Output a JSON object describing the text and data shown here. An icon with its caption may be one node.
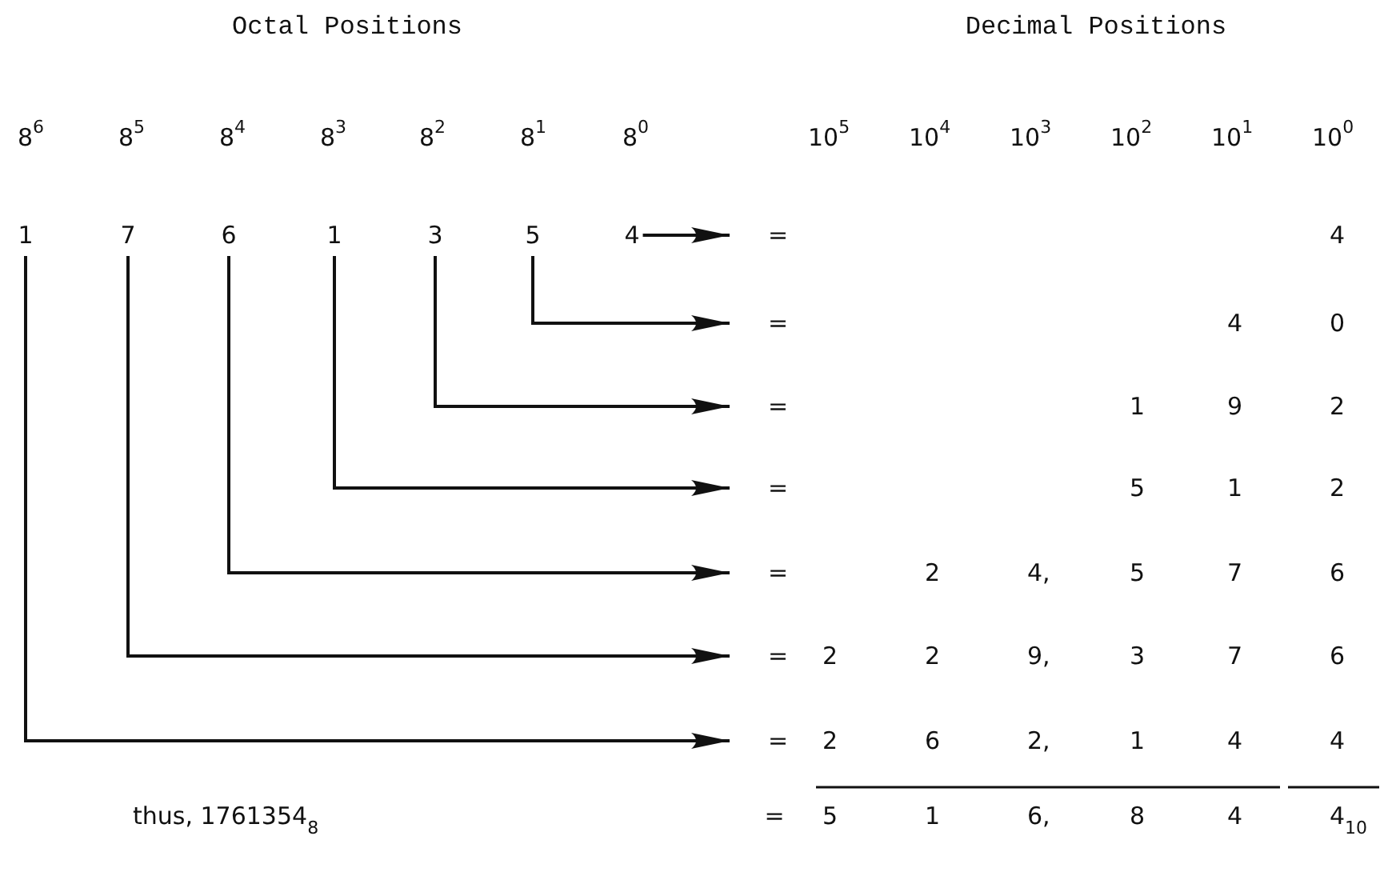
{
  "diagram": {
    "nodes": [
      {
        "text": [
          "1"
        ]
      },
      {
        "text": [
          "7"
        ]
      },
      {
        "text": [
          "6"
        ]
      },
      {
        "text": [
          "1"
        ]
      },
      {
        "text": [
          "3"
        ]
      },
      {
        "text": [
          "5"
        ]
      },
      {
        "text": [
          "4"
        ]
      },
      {
        "text": [
          "="
        ]
      },
      {
        "text": [
          "="
        ]
      },
      {
        "text": [
          "="
        ]
      },
      {
        "text": [
          "="
        ]
      },
      {
        "text": [
          "="
        ]
      },
      {
        "text": [
          "="
        ]
      },
      {
        "text": [
          "="
        ]
      }
    ],
    "edges": [
      {
        "from": 6,
        "to": 7,
        "arrow": "to"
      },
      {
        "from": 5,
        "to": 8,
        "arrow": "to"
      },
      {
        "from": 4,
        "to": 9,
        "arrow": "to"
      },
      {
        "from": 3,
        "to": 10,
        "arrow": "to"
      },
      {
        "from": 2,
        "to": 11,
        "arrow": "to"
      },
      {
        "from": 1,
        "to": 12,
        "arrow": "to"
      },
      {
        "from": 0,
        "to": 13,
        "arrow": "to"
      }
    ],
    "labels": [
      "Octal Positions",
      "Decimal Positions",
      "8$^{6}$",
      "8$^{5}$",
      "8$^{4}$",
      "8$^{3}$",
      "8$^{2}$",
      "8$^{1}$",
      "8$^{0}$",
      "10$^{5}$",
      "10$^{4}$",
      "10$^{3}$",
      "10$^{2}$",
      "10$^{1}$",
      "10$^{0}$",
      "4",
      "4",
      "0",
      "1",
      "9",
      "2",
      "5",
      "1",
      "2",
      "2",
      "4,",
      "5",
      "7",
      "6",
      "2",
      "2",
      "9,",
      "3",
      "7",
      "6",
      "2",
      "6",
      "2,",
      "1",
      "4",
      "4",
      "thus, 1761354$_{8}$",
      "=",
      "5",
      "1",
      "6,",
      "8",
      "4",
      "4$_{10}$"
    ]
  }
}
